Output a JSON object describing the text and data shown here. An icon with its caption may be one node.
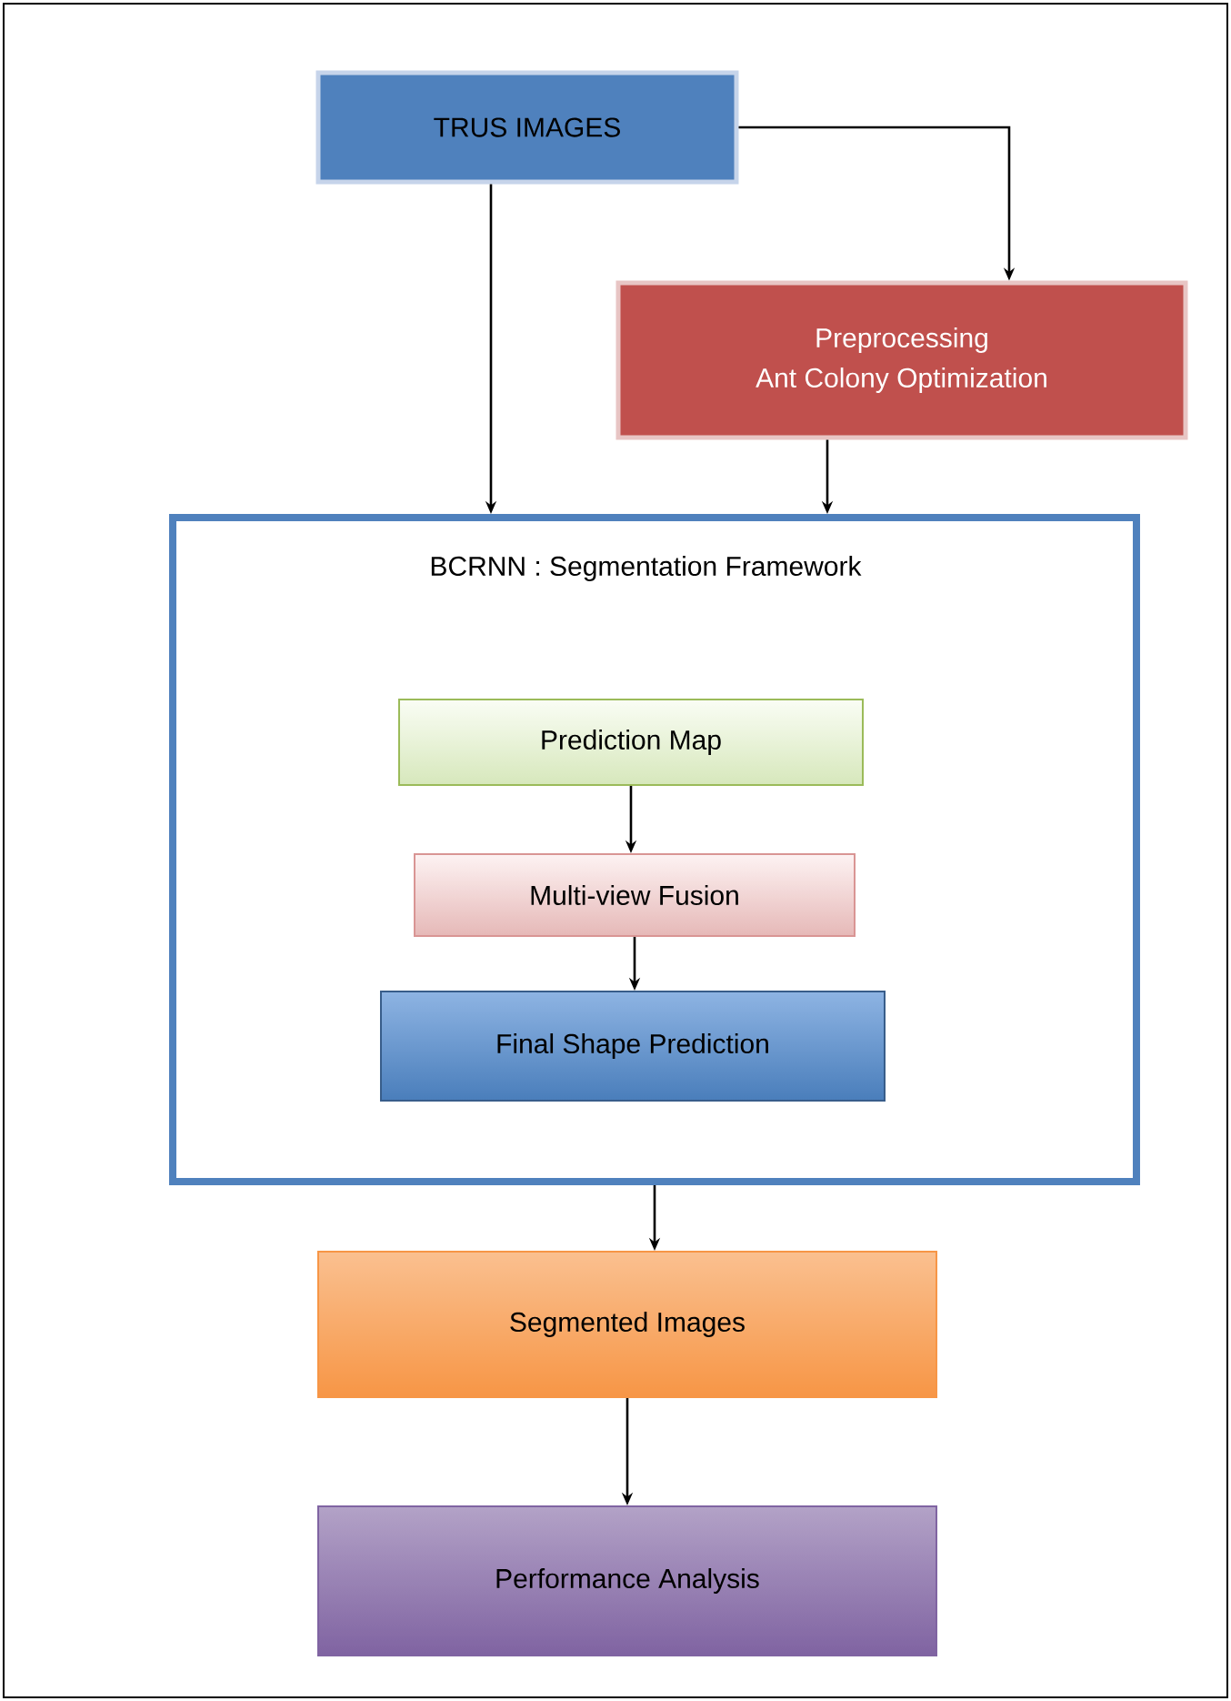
{
  "diagram": {
    "nodes": [
      {
        "text": [
          "TRUS IMAGES"
        ]
      },
      {
        "text": [
          "Preprocessing",
          "Ant Colony Optimization"
        ]
      },
      {
        "text": [
          "BCRNN : Segmentation Framework"
        ]
      },
      {
        "text": [
          "Prediction Map"
        ],
        "in": 2
      },
      {
        "text": [
          "Multi-view Fusion"
        ],
        "in": 2
      },
      {
        "text": [
          "Final Shape Prediction"
        ],
        "in": 2
      },
      {
        "text": [
          "Segmented Images"
        ]
      },
      {
        "text": [
          "Performance Analysis"
        ]
      }
    ],
    "edges": [
      {
        "from": 0,
        "to": 1,
        "arrow": "to"
      },
      {
        "from": 0,
        "to": 2,
        "arrow": "to"
      },
      {
        "from": 1,
        "to": 2,
        "arrow": "to"
      },
      {
        "from": 3,
        "to": 4,
        "arrow": "to"
      },
      {
        "from": 4,
        "to": 5,
        "arrow": "to"
      },
      {
        "from": 2,
        "to": 6,
        "arrow": "to"
      },
      {
        "from": 6,
        "to": 7,
        "arrow": "to"
      }
    ]
  }
}
